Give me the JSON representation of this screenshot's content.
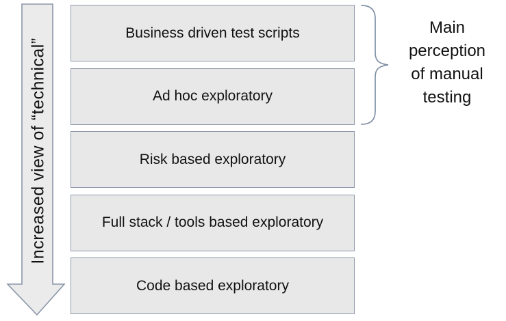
{
  "diagram": {
    "arrow_label": "Increased view of “technical”",
    "boxes": [
      "Business driven test scripts",
      "Ad hoc exploratory",
      "Risk based exploratory",
      "Full stack / tools based exploratory",
      "Code based exploratory"
    ],
    "brace_annotation": "Main\nperception\nof manual\ntesting",
    "colors": {
      "box_fill": "#e8e8e8",
      "box_border": "#8b96a9",
      "arrow_fill": "#ebebeb",
      "brace": "#8291a6",
      "text": "#111111"
    }
  }
}
